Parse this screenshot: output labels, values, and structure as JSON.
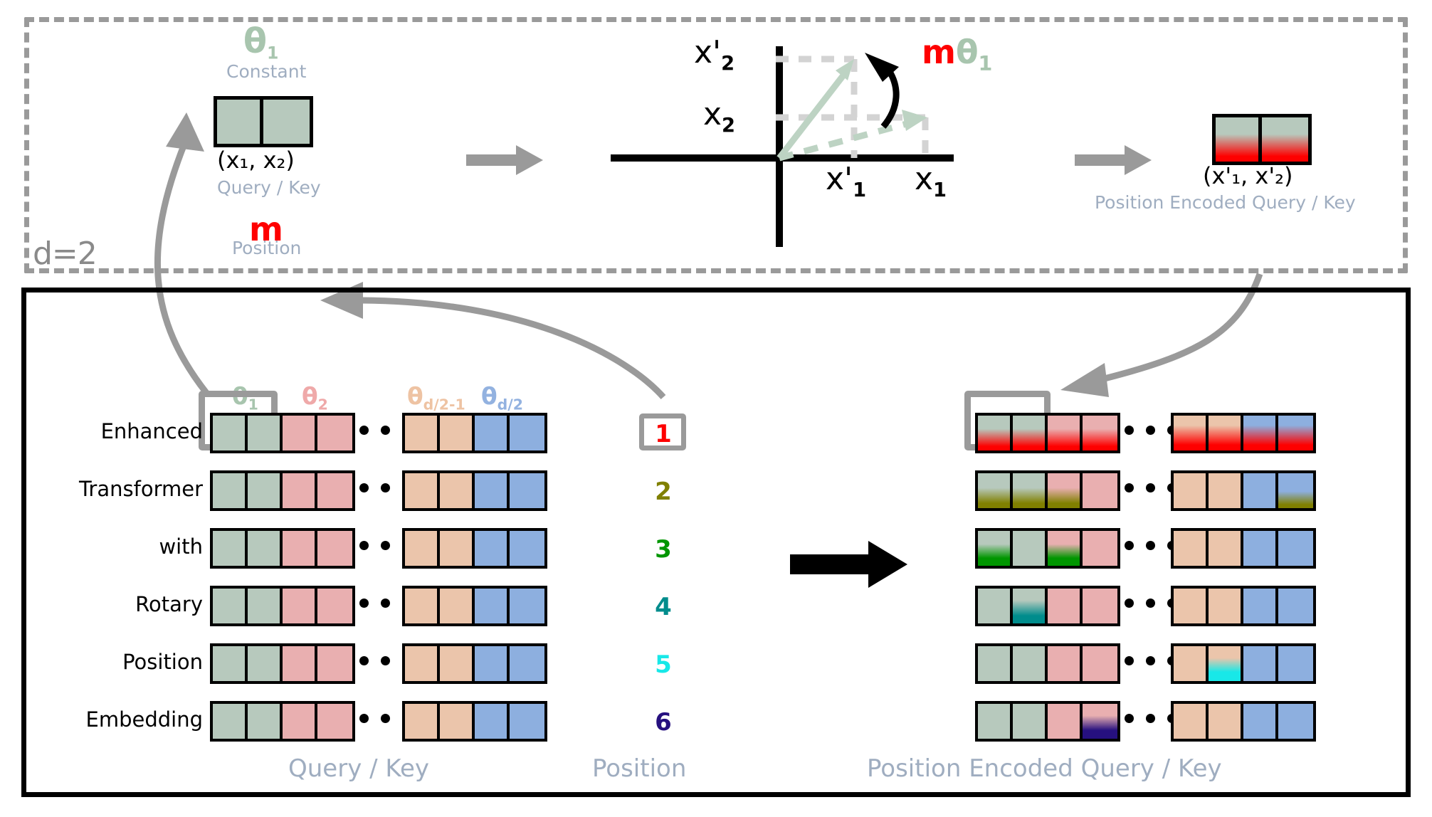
{
  "top_panel": {
    "dimension_label": "d=2",
    "theta_symbol": "θ",
    "theta_sub": "1",
    "constant_label": "Constant",
    "query_key_label": "Query / Key",
    "input_vector_label": "(x₁, x₂)",
    "position_symbol": "m",
    "position_label": "Position",
    "rotation_label_m": "m",
    "rotation_label_theta": "θ",
    "rotation_label_sub": "1",
    "axes": {
      "y_rotated": "x'",
      "y_rotated_sub": "2",
      "y_original": "x",
      "y_original_sub": "2",
      "x_rotated": "x'",
      "x_rotated_sub": "1",
      "x_original": "x",
      "x_original_sub": "1"
    },
    "output_vector_label": "(x'₁, x'₂)",
    "output_caption": "Position Encoded Query / Key"
  },
  "bottom_panel": {
    "theta_headers": [
      {
        "symbol": "θ",
        "sub": "1",
        "color": "#a8c5ae"
      },
      {
        "symbol": "θ",
        "sub": "2",
        "color": "#efa9a9"
      },
      {
        "symbol": "θ",
        "sub": "d/2-1",
        "color": "#eec3a3"
      },
      {
        "symbol": "θ",
        "sub": "d/2",
        "color": "#93b2e0"
      }
    ],
    "column_captions": {
      "query_key": "Query / Key",
      "position": "Position",
      "encoded": "Position Encoded Query / Key"
    },
    "rows": [
      {
        "token": "Enhanced",
        "position": "1",
        "color": "#fe0000"
      },
      {
        "token": "Transformer",
        "position": "2",
        "color": "#808000"
      },
      {
        "token": "with",
        "position": "3",
        "color": "#009600"
      },
      {
        "token": "Rotary",
        "position": "4",
        "color": "#008c8c"
      },
      {
        "token": "Position",
        "position": "5",
        "color": "#18e8e8"
      },
      {
        "token": "Embedding",
        "position": "6",
        "color": "#26107f"
      }
    ],
    "ellipsis": "• • •"
  },
  "palette": {
    "green": "#b7c9bd",
    "pink": "#e9afb0",
    "peach": "#ebc5ab",
    "blue": "#8dafdf",
    "grey_arrow": "#9a9a9a",
    "caption_grey": "#9fadc0"
  }
}
